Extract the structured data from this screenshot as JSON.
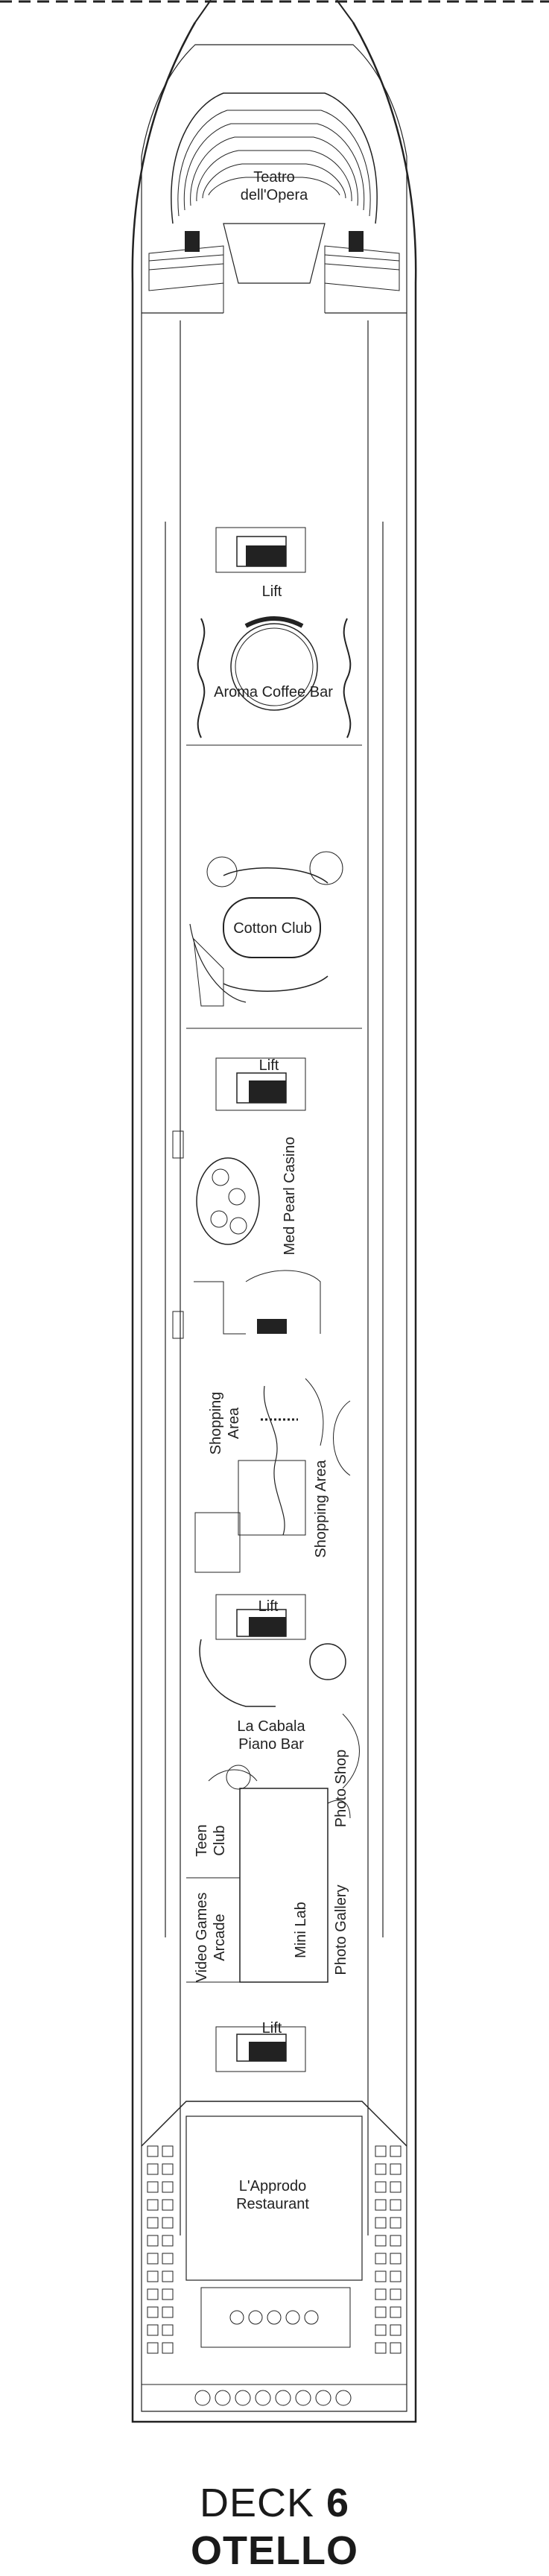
{
  "deck": {
    "prefix": "DECK",
    "number": "6",
    "ship_name": "OTELLO"
  },
  "venues": {
    "theatre_line1": "Teatro",
    "theatre_line2": "dell'Opera",
    "lift_1": "Lift",
    "coffee_bar": "Aroma Coffee Bar",
    "cotton_club": "Cotton Club",
    "lift_2": "Lift",
    "casino": "Med Pearl Casino",
    "shopping_left_line1": "Shopping",
    "shopping_left_line2": "Area",
    "shopping_right": "Shopping Area",
    "lift_3": "Lift",
    "piano_bar_line1": "La Cabala",
    "piano_bar_line2": "Piano Bar",
    "photo_shop": "Photo Shop",
    "teen_club_line1": "Teen",
    "teen_club_line2": "Club",
    "video_games_line1": "Video Games",
    "video_games_line2": "Arcade",
    "mini_lab": "Mini Lab",
    "photo_gallery": "Photo Gallery",
    "lift_4": "Lift",
    "restaurant_line1": "L'Approdo",
    "restaurant_line2": "Restaurant"
  },
  "colors": {
    "line": "#222222",
    "background": "#ffffff"
  }
}
